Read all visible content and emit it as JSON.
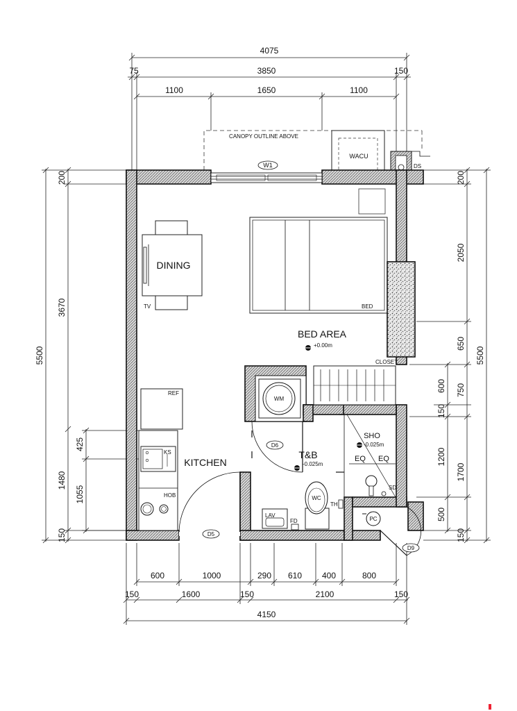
{
  "dimensions": {
    "top_overall": "4075",
    "top_left_wall": "75",
    "top_mid": "3850",
    "top_right_wall": "150",
    "top_seg_1": "1100",
    "top_seg_2": "1650",
    "top_seg_3": "1100",
    "left_top_wall": "200",
    "left_room": "3670",
    "left_overall": "5500",
    "left_counter_1": "425",
    "left_counter_total": "1480",
    "left_counter_2": "1055",
    "left_bottom_wall": "150",
    "right_top_wall": "200",
    "right_upper": "2050",
    "right_overall": "5500",
    "right_closet_a": "650",
    "right_closet_b": "600",
    "right_closet_c": "750",
    "right_shower_wall": "150",
    "right_shower_a": "1200",
    "right_shower_b": "1700",
    "right_pc": "500",
    "right_bottom_wall": "150",
    "bottom_1_a": "600",
    "bottom_1_b": "1000",
    "bottom_1_c": "290",
    "bottom_1_d": "610",
    "bottom_1_e": "400",
    "bottom_1_f": "800",
    "bottom_2_a": "150",
    "bottom_2_b": "1600",
    "bottom_2_c": "150",
    "bottom_2_d": "2100",
    "bottom_2_e": "150",
    "bottom_overall": "4150"
  },
  "labels": {
    "canopy": "CANOPY OUTLINE ABOVE",
    "wacu": "WACU",
    "ds": "DS",
    "window": "W1",
    "dining": "DINING",
    "tv": "TV",
    "bed": "BED",
    "bed_area": "BED AREA",
    "bed_level": "+0.00m",
    "closet": "CLOSET",
    "wm": "WM",
    "ref": "REF",
    "ks": "KS",
    "hob": "HOB",
    "kitchen": "KITCHEN",
    "door_d6": "D6",
    "door_d5": "D5",
    "door_d9": "D9",
    "tb": "T&B",
    "tb_level": "-0.025m",
    "sho": "SHO",
    "sho_level": "-0.025m",
    "eq_left": "EQ",
    "eq_right": "EQ",
    "sd": "SD",
    "wc": "WC",
    "th": "TH",
    "lav": "LAV",
    "fd": "FD",
    "pc": "PC"
  }
}
